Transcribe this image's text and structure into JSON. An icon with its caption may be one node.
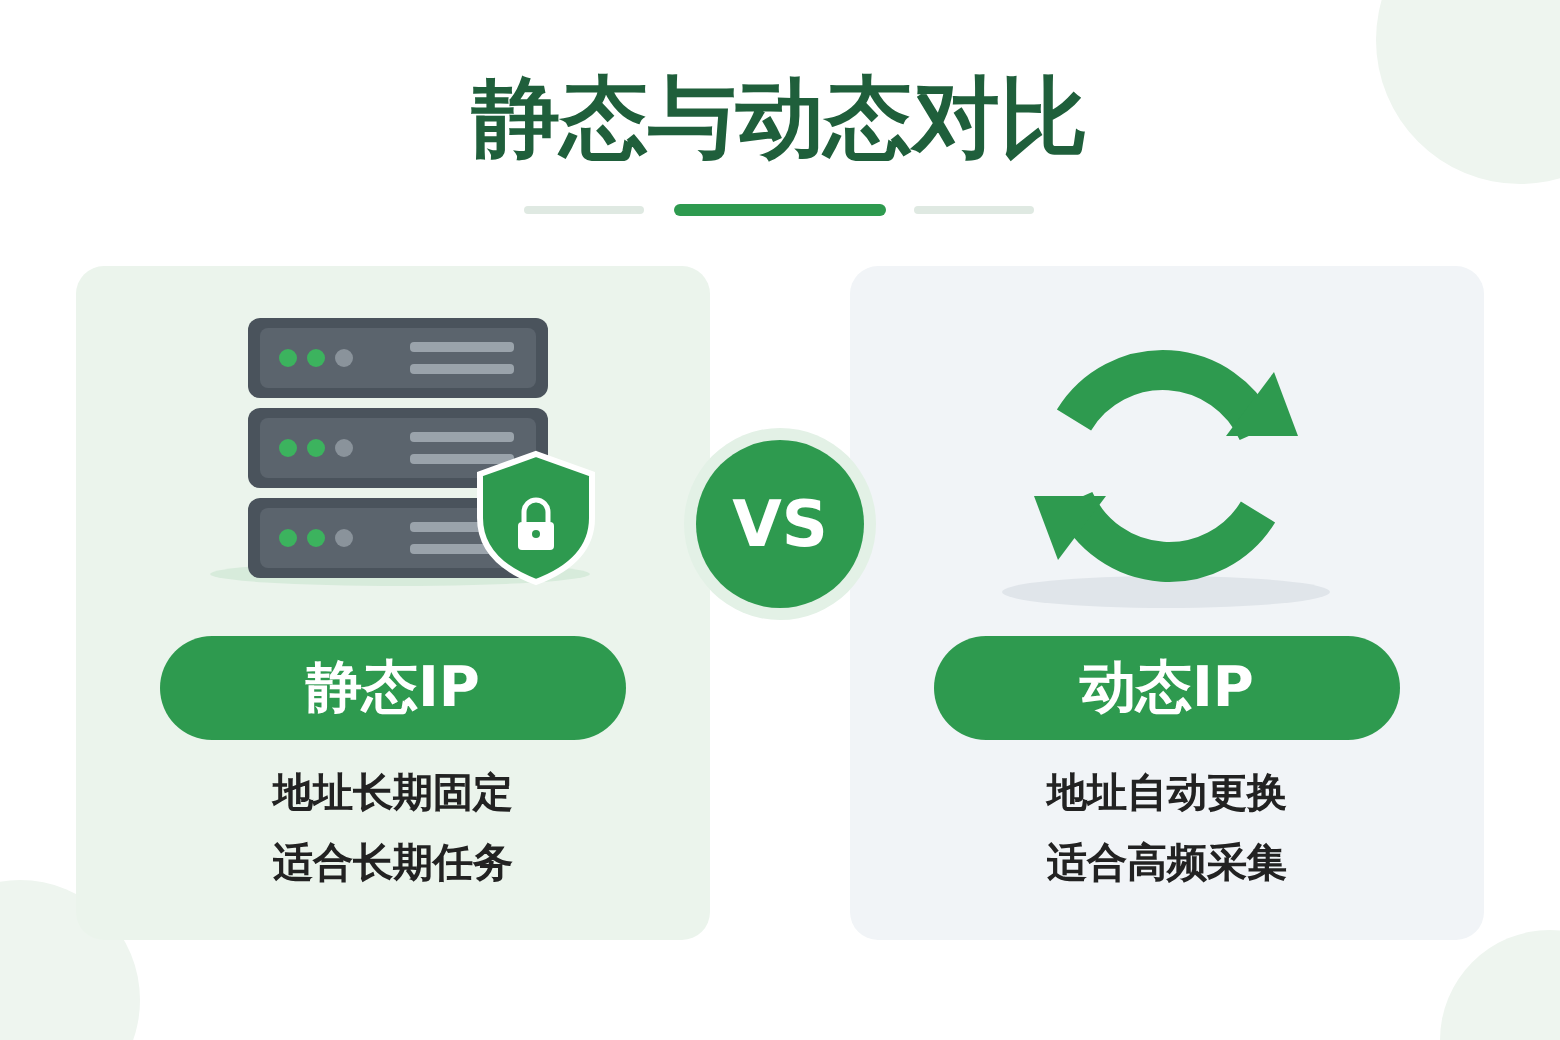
{
  "diagram": {
    "title": "静态与动态对比",
    "nodes": [
      {
        "text": [
          "地址长期固定",
          "适合长期任务"
        ]
      },
      {
        "text": [
          "静态IP"
        ],
        "in": 0
      },
      {
        "text": [
          "VS"
        ]
      },
      {
        "text": [
          "地址自动更换",
          "适合高频采集"
        ]
      },
      {
        "text": [
          "动态IP"
        ],
        "in": 3
      }
    ]
  }
}
